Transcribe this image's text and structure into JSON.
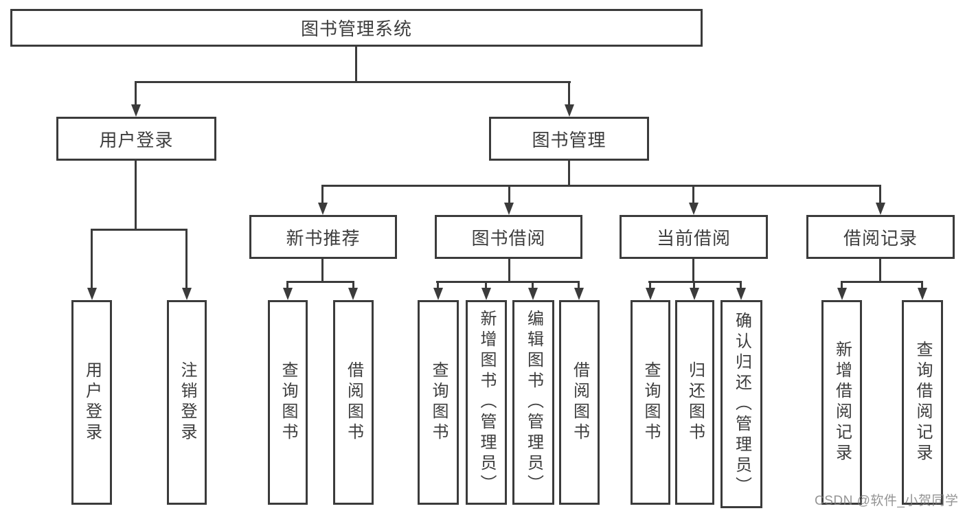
{
  "diagram": {
    "root": {
      "label": "图书管理系统"
    },
    "level2": {
      "user_login": "用户登录",
      "book_management": "图书管理"
    },
    "level3": {
      "new_book": "新书推荐",
      "book_borrow": "图书借阅",
      "current_borrow": "当前借阅",
      "borrow_records": "借阅记录"
    },
    "leaves": {
      "user_login": [
        "用户登录",
        "注销登录"
      ],
      "new_book": [
        "查询图书",
        "借阅图书"
      ],
      "book_borrow": [
        "查询图书",
        "新增图书（管理员）",
        "编辑图书（管理员）",
        "借阅图书"
      ],
      "current_borrow": [
        "查询图书",
        "归还图书",
        "确认归还（管理员）"
      ],
      "borrow_records": [
        "新增借阅记录",
        "查询借阅记录"
      ]
    },
    "colors": {
      "line": "#3b3b3b",
      "text": "#3d3d3d",
      "watermark": "#8e8e8e",
      "background": "#ffffff"
    }
  },
  "watermark": "CSDN @软件_小贺同学"
}
